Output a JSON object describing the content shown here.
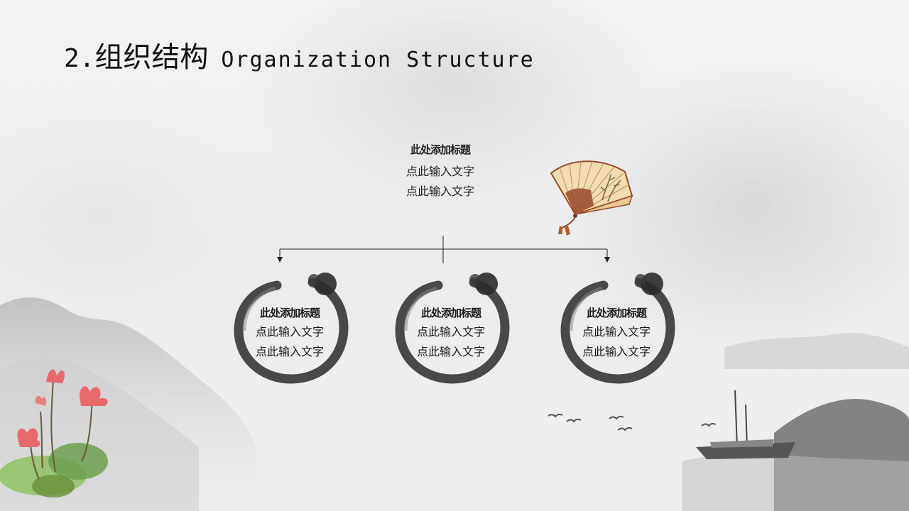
{
  "slide": {
    "title_number": "2.",
    "title_cn": "组织结构",
    "title_en": "Organization Structure"
  },
  "top_node": {
    "title": "此处添加标题",
    "lines": [
      "点此输入文字",
      "点此输入文字"
    ]
  },
  "child_nodes": [
    {
      "title": "此处添加标题",
      "lines": [
        "点此输入文字",
        "点此输入文字"
      ]
    },
    {
      "title": "此处添加标题",
      "lines": [
        "点此输入文字",
        "点此输入文字"
      ]
    },
    {
      "title": "此处添加标题",
      "lines": [
        "点此输入文字",
        "点此输入文字"
      ]
    }
  ],
  "colors": {
    "ink": "#2b2b2b",
    "fan_paper": "#f2dcb0",
    "fan_rib": "#9b4a2a",
    "lotus_pink": "#e86a6a",
    "lotus_leaf": "#7fae5a"
  },
  "icons": [
    "folding-fan-icon",
    "lotus-icon",
    "boat-icon",
    "bird-icon",
    "mountain-icon"
  ]
}
